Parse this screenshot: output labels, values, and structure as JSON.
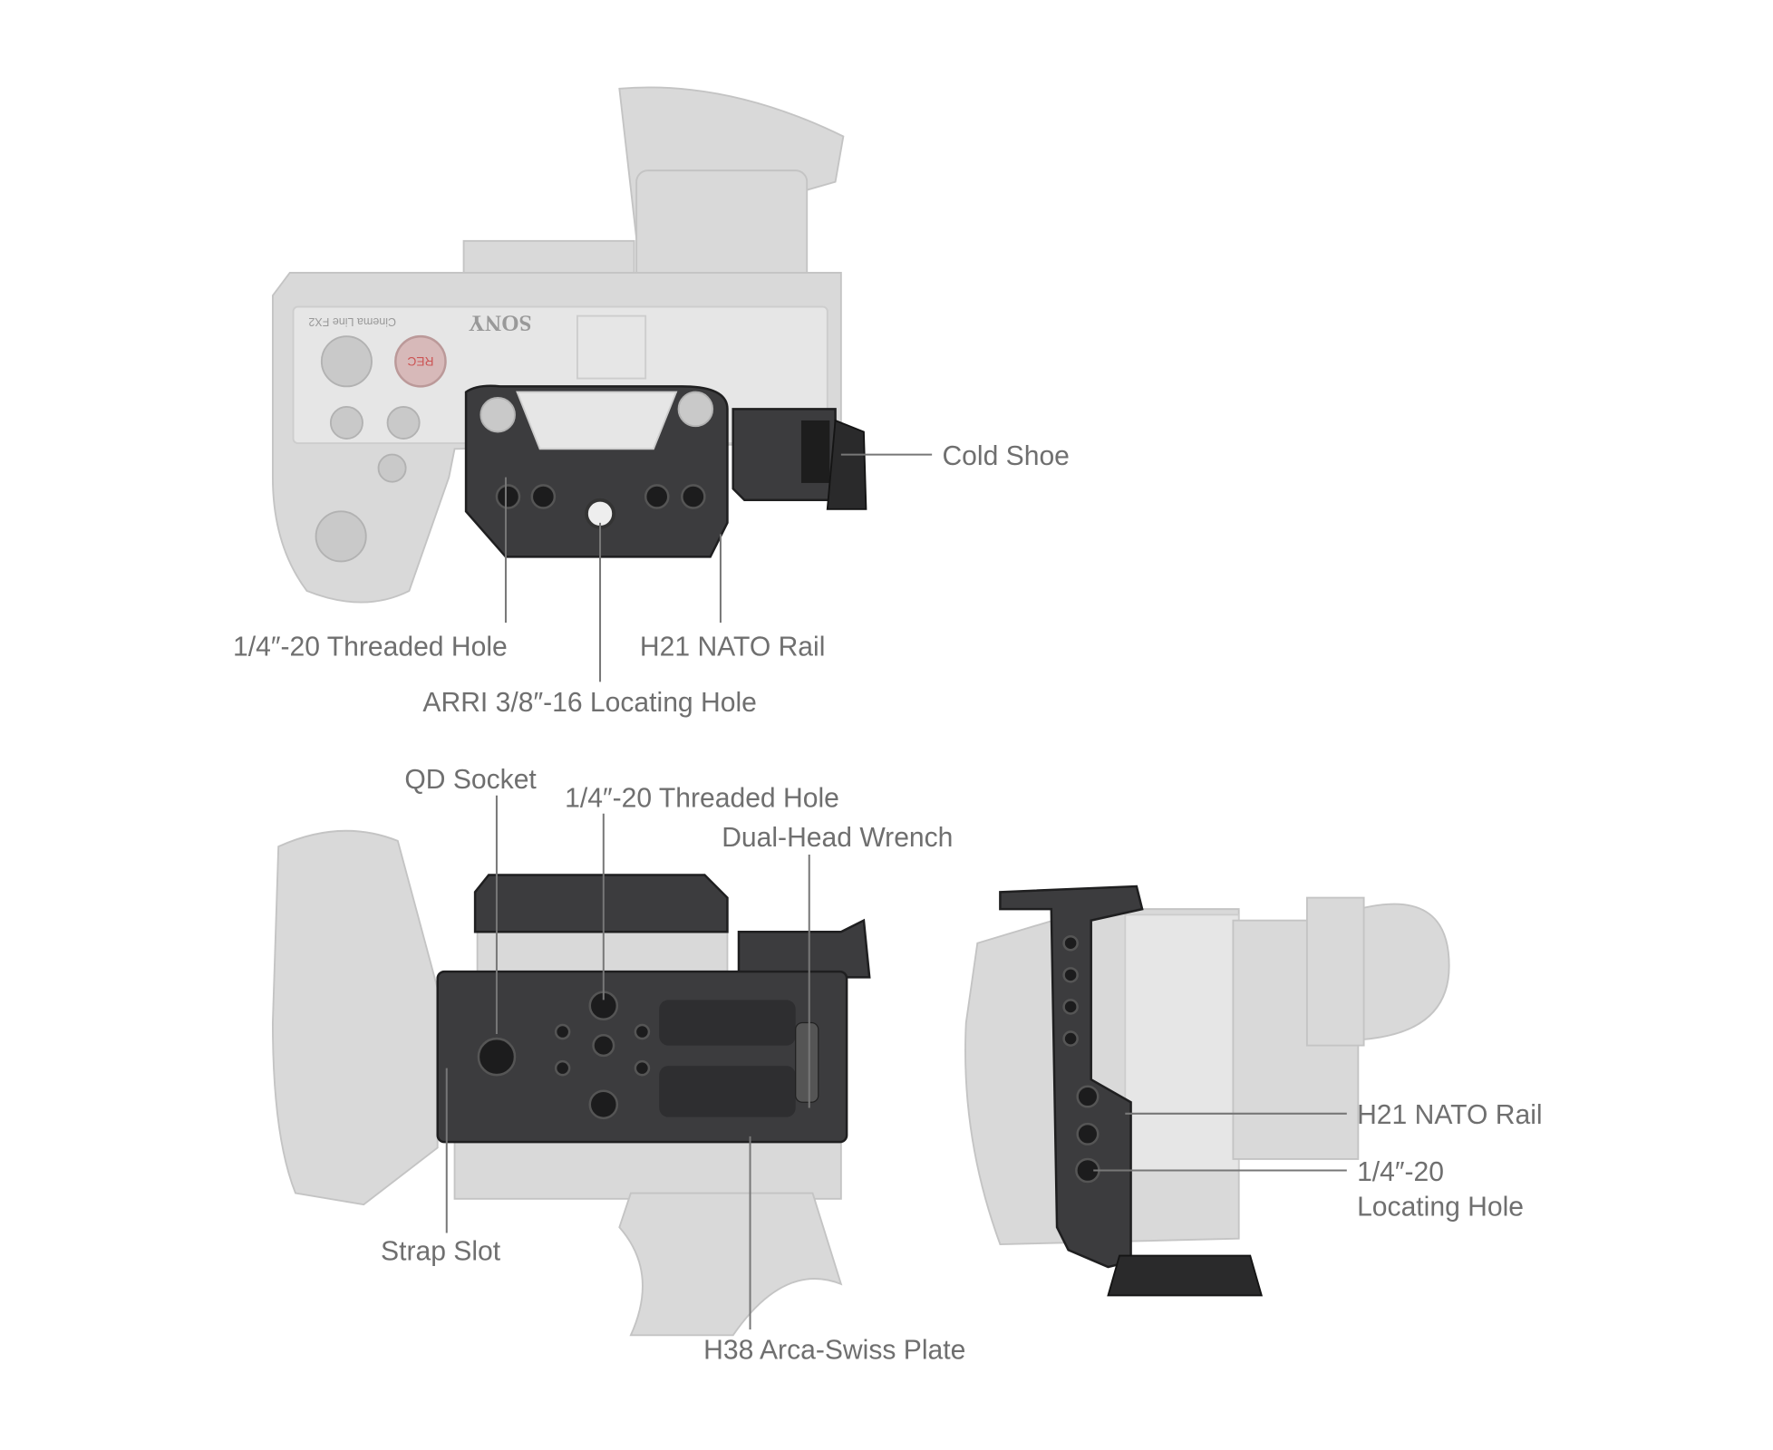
{
  "views": {
    "top": {
      "brand_marks": [
        "SONY",
        "Cinema Line FX2",
        "REC"
      ],
      "labels": {
        "cold_shoe": "Cold Shoe",
        "threaded_hole": "1/4″-20 Threaded Hole",
        "nato_rail": "H21 NATO Rail",
        "arri_hole": "ARRI 3/8″-16 Locating Hole"
      }
    },
    "bottom": {
      "labels": {
        "qd_socket": "QD Socket",
        "threaded_hole": "1/4″-20 Threaded Hole",
        "wrench": "Dual-Head Wrench",
        "strap_slot": "Strap Slot",
        "arca_plate": "H38 Arca-Swiss Plate"
      }
    },
    "side": {
      "labels": {
        "nato_rail": "H21 NATO Rail",
        "locating_hole_line1": "1/4″-20",
        "locating_hole_line2": "Locating Hole"
      }
    }
  },
  "colors": {
    "label": "#6f6f6f",
    "cage": "#3c3c3e",
    "camera": "#d9d9d9"
  }
}
